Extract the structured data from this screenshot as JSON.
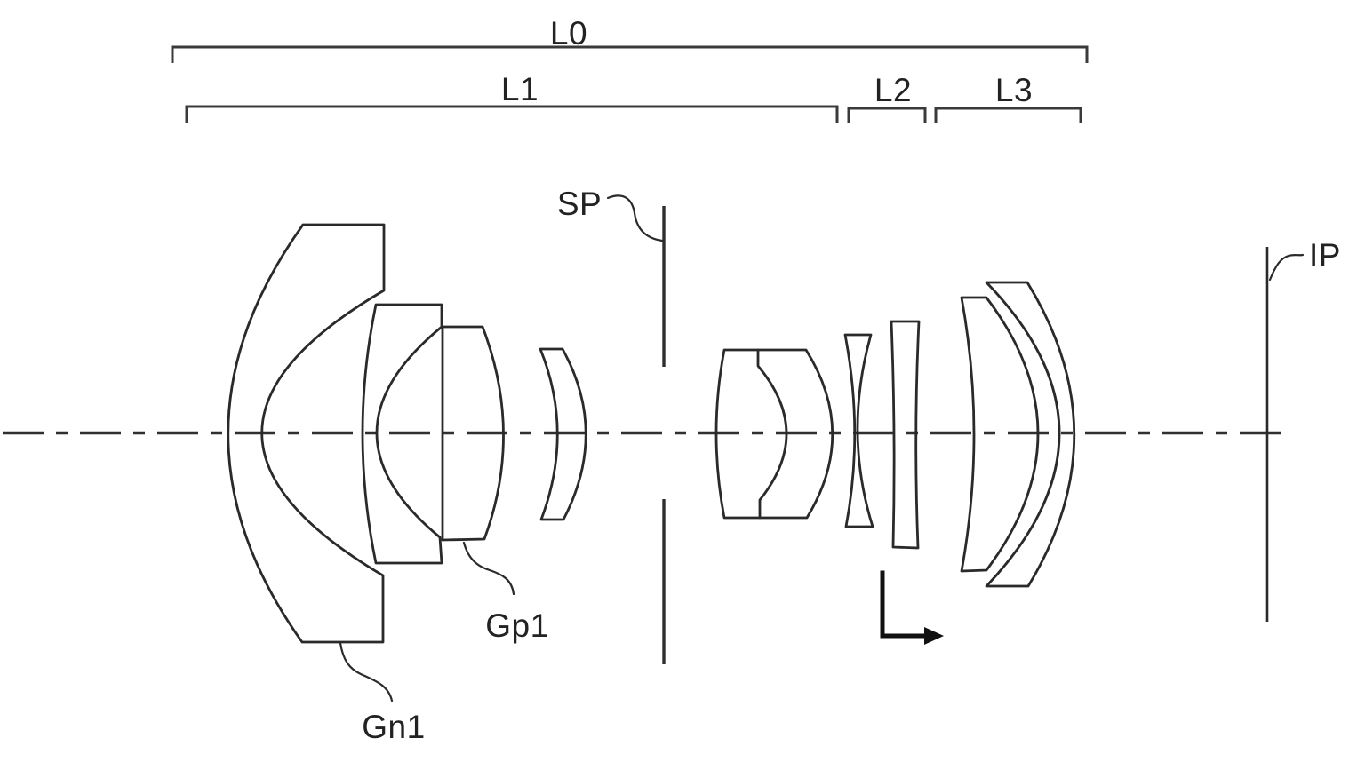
{
  "figure": {
    "kind": "optical-lens-cross-section-diagram",
    "background_color": "#ffffff",
    "line_color": "#2a2a2a",
    "groups": [
      {
        "id": "L0",
        "label": "L0"
      },
      {
        "id": "L1",
        "label": "L1"
      },
      {
        "id": "L2",
        "label": "L2"
      },
      {
        "id": "L3",
        "label": "L3"
      }
    ],
    "markers": [
      {
        "id": "SP",
        "label": "SP"
      },
      {
        "id": "IP",
        "label": "IP"
      },
      {
        "id": "Gp1",
        "label": "Gp1"
      },
      {
        "id": "Gn1",
        "label": "Gn1"
      }
    ]
  }
}
